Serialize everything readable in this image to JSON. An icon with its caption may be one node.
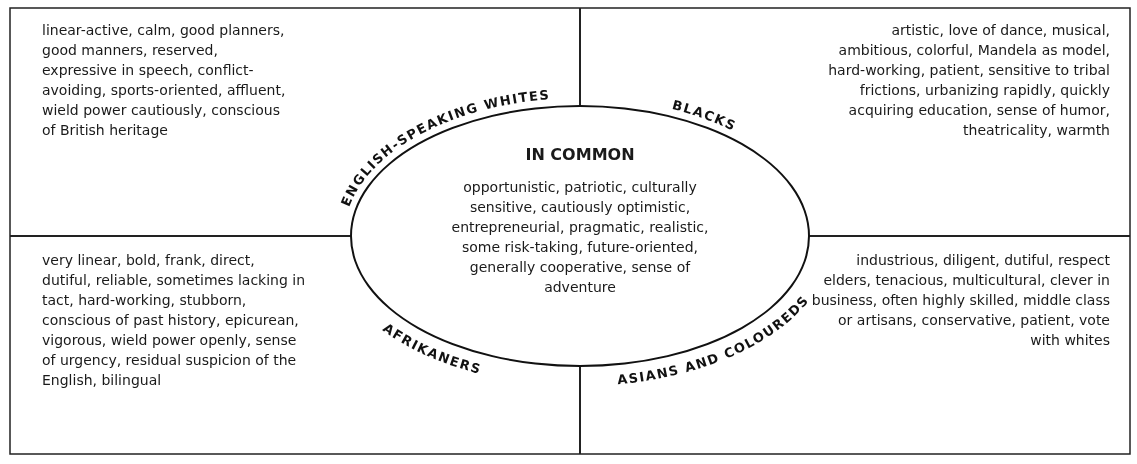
{
  "diagram": {
    "nodes": [
      {
        "text": [
          "linear-active, calm, good planners, good manners, reserved, expressive in speech, conflict-avoiding, sports-oriented, affluent, wield power cautiously, conscious of British heritage"
        ]
      },
      {
        "text": [
          "artistic, love of dance, musical, ambitious, colorful, Mandela as model, hard-working, patient, sensitive to tribal frictions, urbanizing rapidly, quickly acquiring education, sense of humor, theatricality, warmth"
        ]
      },
      {
        "text": [
          "IN COMMON",
          "opportunistic, patriotic, culturally sensitive, cautiously optimistic, entrepreneurial, pragmatic, realistic, some risk-taking, future-oriented, generally cooperative, sense of adventure"
        ]
      },
      {
        "text": [
          "very linear, bold, frank, direct, dutiful, reliable, sometimes lacking in tact, hard-working, stubborn, conscious of past history, epicurean, vigorous, wield power openly, sense of urgency, residual suspicion of the English, bilingual"
        ]
      },
      {
        "text": [
          "industrious, diligent, dutiful, respect elders, tenacious, multicultural, clever in business, often highly skilled, middle class or artisans, conservative, patient, vote with whites"
        ]
      }
    ],
    "edges": [],
    "labels": [
      "ENGLISH-SPEAKING WHITES",
      "BLACKS",
      "AFRIKANERS",
      "ASIANS AND COLOUREDS"
    ]
  }
}
